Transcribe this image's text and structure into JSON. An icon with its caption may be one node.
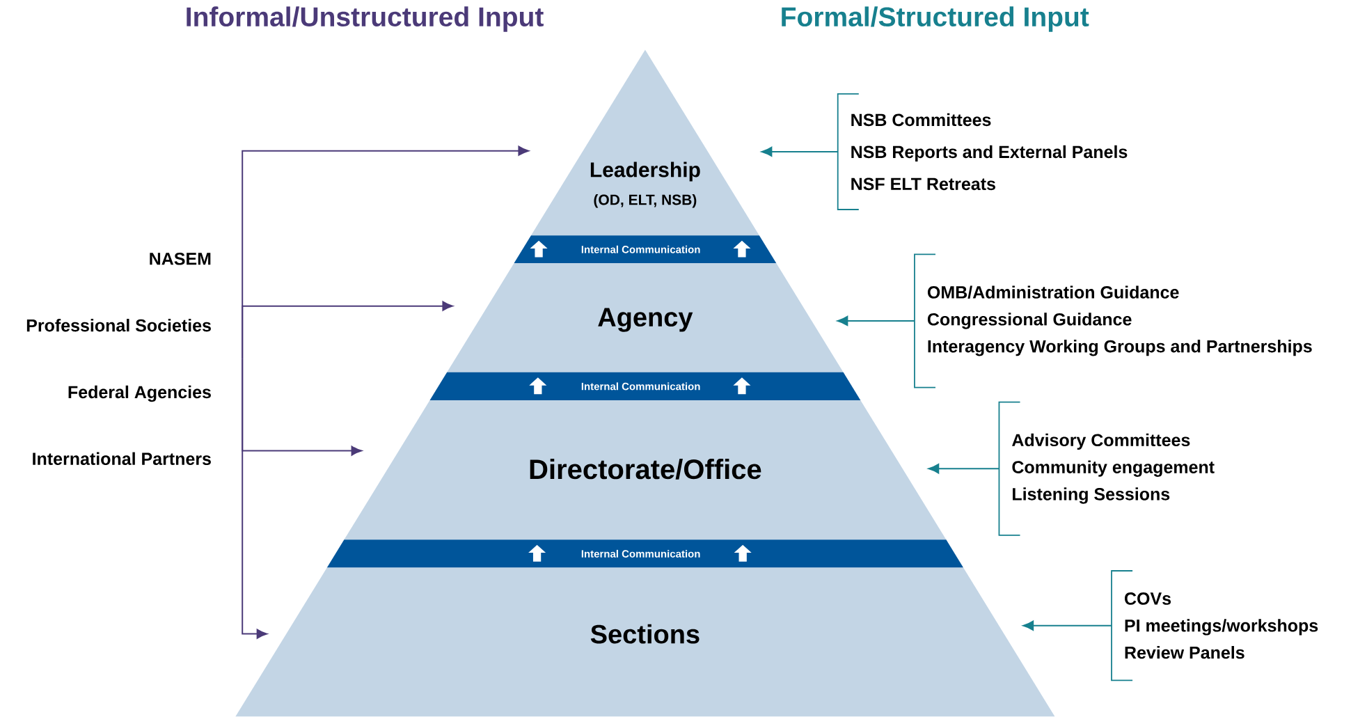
{
  "diagram": {
    "nodes": [
      {
        "text": [
          "NASEM",
          "Professional Societies",
          "Federal Agencies",
          "International Partners"
        ]
      },
      {
        "text": [
          "Leadership",
          "(OD, ELT, NSB)"
        ]
      },
      {
        "text": [
          "Internal Communication"
        ]
      },
      {
        "text": [
          "Agency"
        ]
      },
      {
        "text": [
          "Internal Communication"
        ]
      },
      {
        "text": [
          "Directorate/Office"
        ]
      },
      {
        "text": [
          "Internal Communication"
        ]
      },
      {
        "text": [
          "Sections"
        ]
      },
      {
        "text": [
          "NSB Committees",
          "NSB Reports and External Panels",
          "NSF ELT Retreats"
        ]
      },
      {
        "text": [
          "OMB/Administration Guidance",
          "Congressional Guidance",
          "Interagency Working Groups and Partnerships"
        ]
      },
      {
        "text": [
          "Advisory Committees",
          "Community engagement",
          "Listening Sessions"
        ]
      },
      {
        "text": [
          "COVs",
          "PI meetings/workshops",
          "Review Panels"
        ]
      }
    ],
    "edges": [
      {
        "from": 0,
        "to": 1,
        "arrow": "to",
        "color": "#4b3a78"
      },
      {
        "from": 0,
        "to": 3,
        "arrow": "to",
        "color": "#4b3a78"
      },
      {
        "from": 0,
        "to": 5,
        "arrow": "to",
        "color": "#4b3a78"
      },
      {
        "from": 0,
        "to": 7,
        "arrow": "to",
        "color": "#4b3a78"
      },
      {
        "from": 8,
        "to": 1,
        "arrow": "to",
        "color": "#17808e"
      },
      {
        "from": 9,
        "to": 3,
        "arrow": "to",
        "color": "#17808e"
      },
      {
        "from": 10,
        "to": 5,
        "arrow": "to",
        "color": "#17808e"
      },
      {
        "from": 11,
        "to": 7,
        "arrow": "to",
        "color": "#17808e"
      }
    ],
    "labels": [
      "Informal/Unstructured Input",
      "Formal/Structured Input"
    ]
  }
}
